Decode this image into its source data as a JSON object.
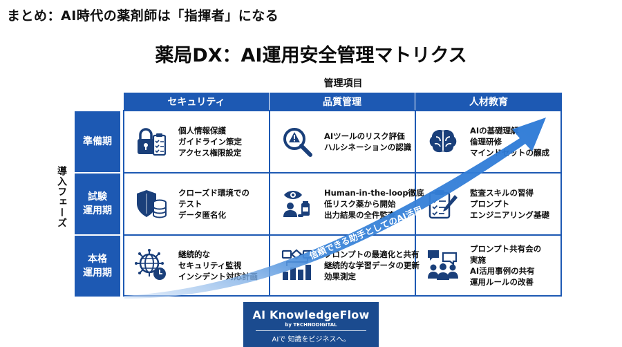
{
  "slide_title": "まとめ：AI時代の薬剤師は「指揮者」になる",
  "matrix_title": "薬局DX：AI運用安全管理マトリクス",
  "col_axis_label": "管理項目",
  "row_axis_label": "導入フェーズ",
  "columns": [
    "セキュリティ",
    "品質管理",
    "人材教育"
  ],
  "rows": [
    {
      "label_lines": [
        "準備期"
      ]
    },
    {
      "label_lines": [
        "試験",
        "運用期"
      ]
    },
    {
      "label_lines": [
        "本格",
        "運用期"
      ]
    }
  ],
  "cells": [
    [
      {
        "icon": "padlock-checklist-icon",
        "lines": [
          "個人情報保護",
          "ガイドライン策定",
          "アクセス権限設定"
        ]
      },
      {
        "icon": "magnifier-warning-icon",
        "lines": [
          "AIツールのリスク評価",
          "ハルシネーションの認識"
        ]
      },
      {
        "icon": "brain-icon",
        "lines": [
          "AIの基礎理解",
          "倫理研修",
          "マインドセットの醸成"
        ]
      }
    ],
    [
      {
        "icon": "shield-database-icon",
        "lines": [
          "クローズド環境での",
          "テスト",
          "データ匿名化"
        ]
      },
      {
        "icon": "eye-pharmacist-icon",
        "lines": [
          "Human-in-the-loop徹底",
          "低リスク薬から開始",
          "出力結果の全件監査"
        ]
      },
      {
        "icon": "clipboard-pen-icon",
        "lines": [
          "監査スキルの習得",
          "プロンプト",
          "エンジニアリング基礎"
        ]
      }
    ],
    [
      {
        "icon": "globe-network-clock-icon",
        "lines": [
          "継続的な",
          "セキュリティ監視",
          "インシデント対応計画"
        ]
      },
      {
        "icon": "workflow-chart-icon",
        "lines": [
          "プロンプトの最適化と共有",
          "継続的な学習データの更新",
          "効果測定"
        ]
      },
      {
        "icon": "team-chat-icon",
        "lines": [
          "プロンプト共有会の",
          "実施",
          "AI活用事例の共有",
          "運用ルールの改善"
        ]
      }
    ]
  ],
  "arrow_label": "信頼できる助手としてのAI活用",
  "logo": {
    "main": "AI KnowledgeFlow",
    "sub": "by TECHNODIGITAL",
    "tagline": "AIで 知識をビジネスへ。"
  },
  "colors": {
    "primary": "#1d59b3",
    "arrow": "#2f7fd8",
    "logo_bg": "#1b4b8f",
    "icon": "#1a3f7a"
  }
}
